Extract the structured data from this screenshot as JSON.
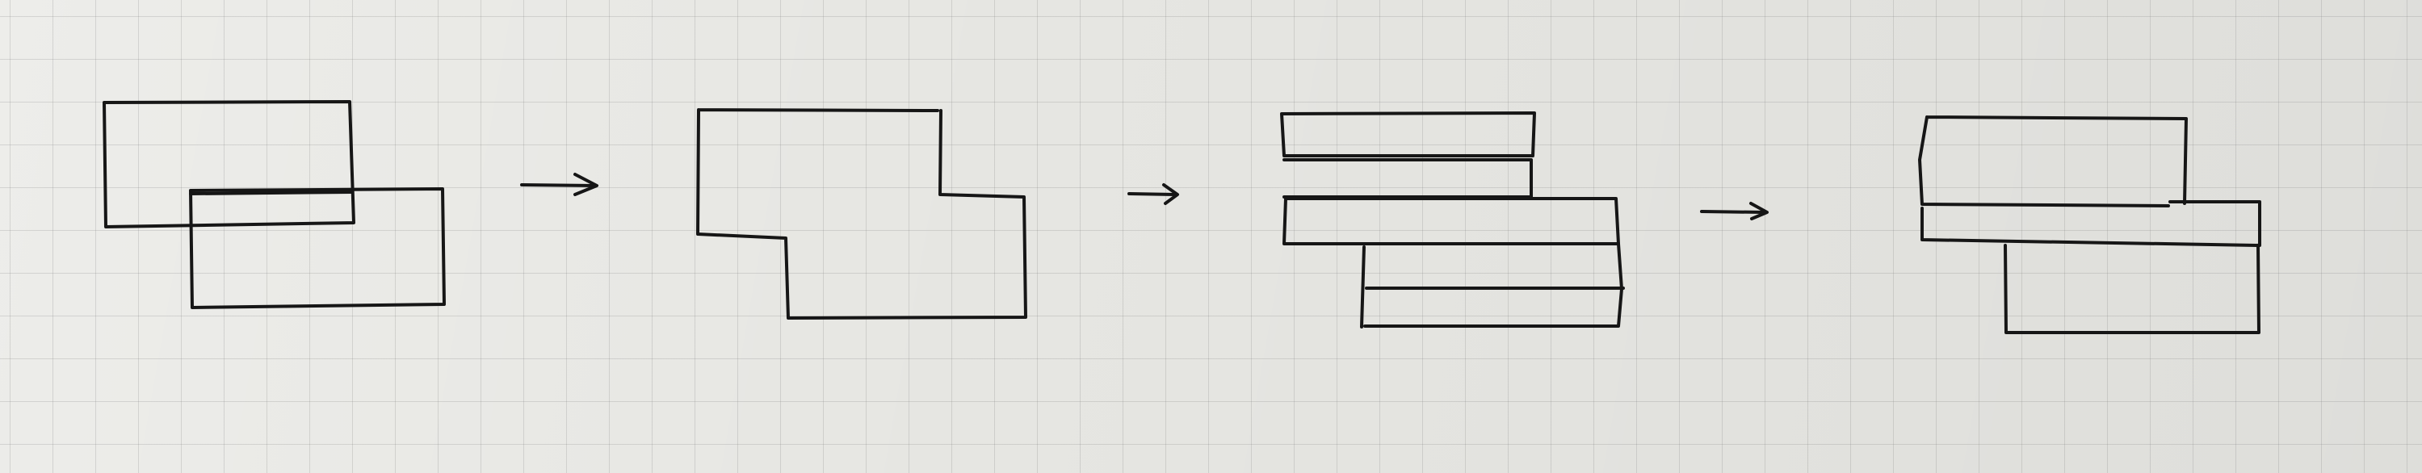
{
  "diagram": {
    "background": "grid paper",
    "ink_color": "#161616",
    "panels": [
      {
        "id": "overlapping-rectangles"
      },
      {
        "id": "merged-outline"
      },
      {
        "id": "horizontal-strips"
      },
      {
        "id": "merged-strips"
      }
    ],
    "arrows": [
      {
        "from": "overlapping-rectangles",
        "to": "merged-outline",
        "icon": "arrow-right-icon"
      },
      {
        "from": "merged-outline",
        "to": "horizontal-strips",
        "icon": "arrow-right-icon"
      },
      {
        "from": "horizontal-strips",
        "to": "merged-strips",
        "icon": "arrow-right-icon"
      }
    ]
  }
}
